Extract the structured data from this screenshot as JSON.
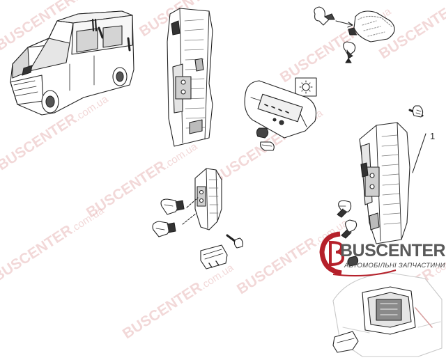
{
  "callout": {
    "label": "1"
  },
  "watermark": {
    "text": "BUSCENTER",
    "suffix": ".com.ua"
  },
  "logo": {
    "name": "BUSCENTER",
    "tagline": "АВТОМОБІЛЬНІ ЗАПЧАСТИНИ",
    "accent_color": "#b5202a"
  },
  "colors": {
    "line": "#222222",
    "watermark": "#e8b9b9"
  },
  "icons": [
    "van-icon",
    "bulb-icon",
    "screw-icon",
    "lamp-symbol-icon"
  ]
}
